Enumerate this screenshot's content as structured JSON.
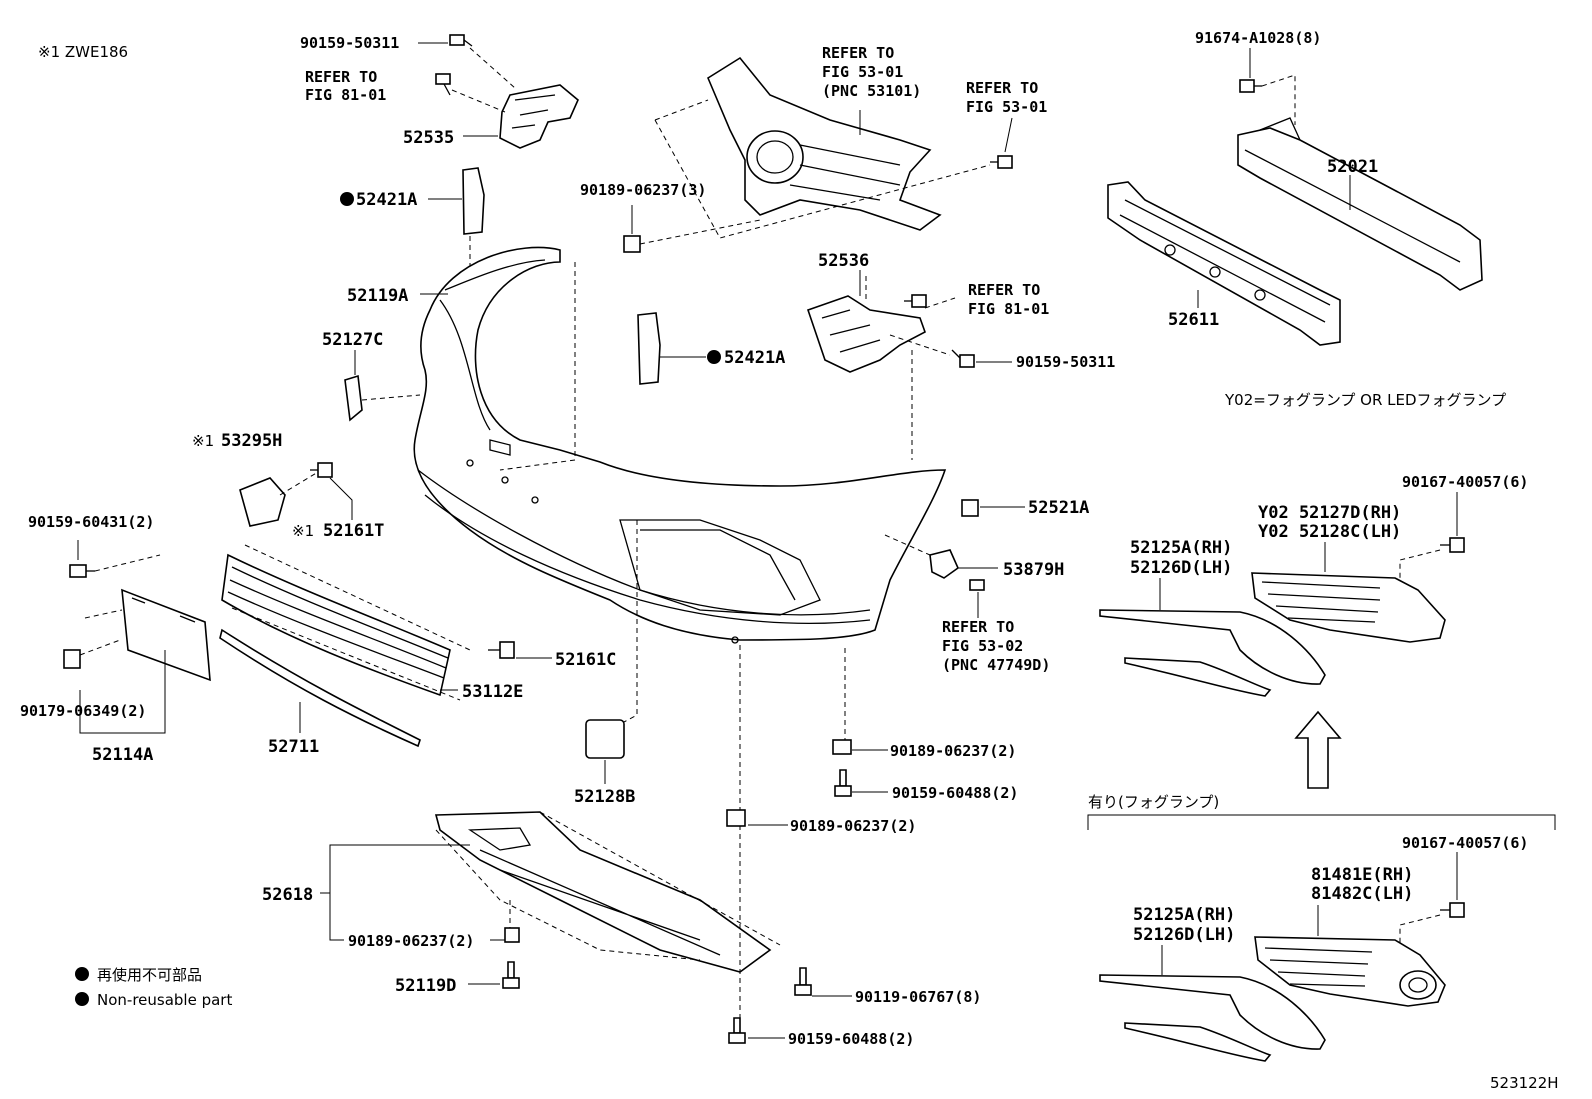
{
  "header": {
    "note": "※1 ZWE186"
  },
  "footer": {
    "illustration_code": "523122H"
  },
  "legend": {
    "non_reusable_jp": "再使用不可部品",
    "non_reusable_en": "Non-reusable part"
  },
  "fog_note": "Y02=フォグランプ OR LEDフォグランプ",
  "fog_section_title": "有り(フォグランプ)",
  "labels": {
    "p90159_50311_a": "90159-50311",
    "refer_81_a_1": "REFER TO",
    "refer_81_a_2": "FIG 81-01",
    "p52535": "52535",
    "p52421A_a": "52421A",
    "p52119A": "52119A",
    "p52127C": "52127C",
    "p53295H": "53295H",
    "p53295H_prefix": "※1",
    "p52161T": "52161T",
    "p52161T_prefix": "※1",
    "p90159_60431": "90159-60431(2)",
    "p90179_06349": "90179-06349(2)",
    "p52114A": "52114A",
    "p52711": "52711",
    "p53112E": "53112E",
    "p52161C": "52161C",
    "p52128B": "52128B",
    "p52618": "52618",
    "p90189_06237_2_c": "90189-06237(2)",
    "p52119D": "52119D",
    "p90189_06237_3": "90189-06237(3)",
    "refer_53_a_1": "REFER TO",
    "refer_53_a_2": "FIG 53-01",
    "refer_53_a_3": "(PNC 53101)",
    "refer_53_b_1": "REFER TO",
    "refer_53_b_2": "FIG 53-01",
    "p52536": "52536",
    "refer_81_b_1": "REFER TO",
    "refer_81_b_2": "FIG 81-01",
    "p90159_50311_b": "90159-50311",
    "p52421A_b": "52421A",
    "p52521A": "52521A",
    "p53879H": "53879H",
    "refer_53_02_1": "REFER TO",
    "refer_53_02_2": "FIG 53-02",
    "refer_53_02_3": "(PNC 47749D)",
    "p90189_06237_2_a": "90189-06237(2)",
    "p90159_60488_2_a": "90159-60488(2)",
    "p90189_06237_2_b": "90189-06237(2)",
    "p90119_06767": "90119-06767(8)",
    "p90159_60488_2_b": "90159-60488(2)",
    "p91674_A1028": "91674-A1028(8)",
    "p52021": "52021",
    "p52611": "52611",
    "p90167_40057_a": "90167-40057(6)",
    "p52125A_a": "52125A(RH)",
    "p52126D_a": "52126D(LH)",
    "p52127D": "Y02 52127D(RH)",
    "p52128C": "Y02 52128C(LH)",
    "p90167_40057_b": "90167-40057(6)",
    "p81481E": "81481E(RH)",
    "p81482C": "81482C(LH)",
    "p52125A_b": "52125A(RH)",
    "p52126D_b": "52126D(LH)"
  }
}
